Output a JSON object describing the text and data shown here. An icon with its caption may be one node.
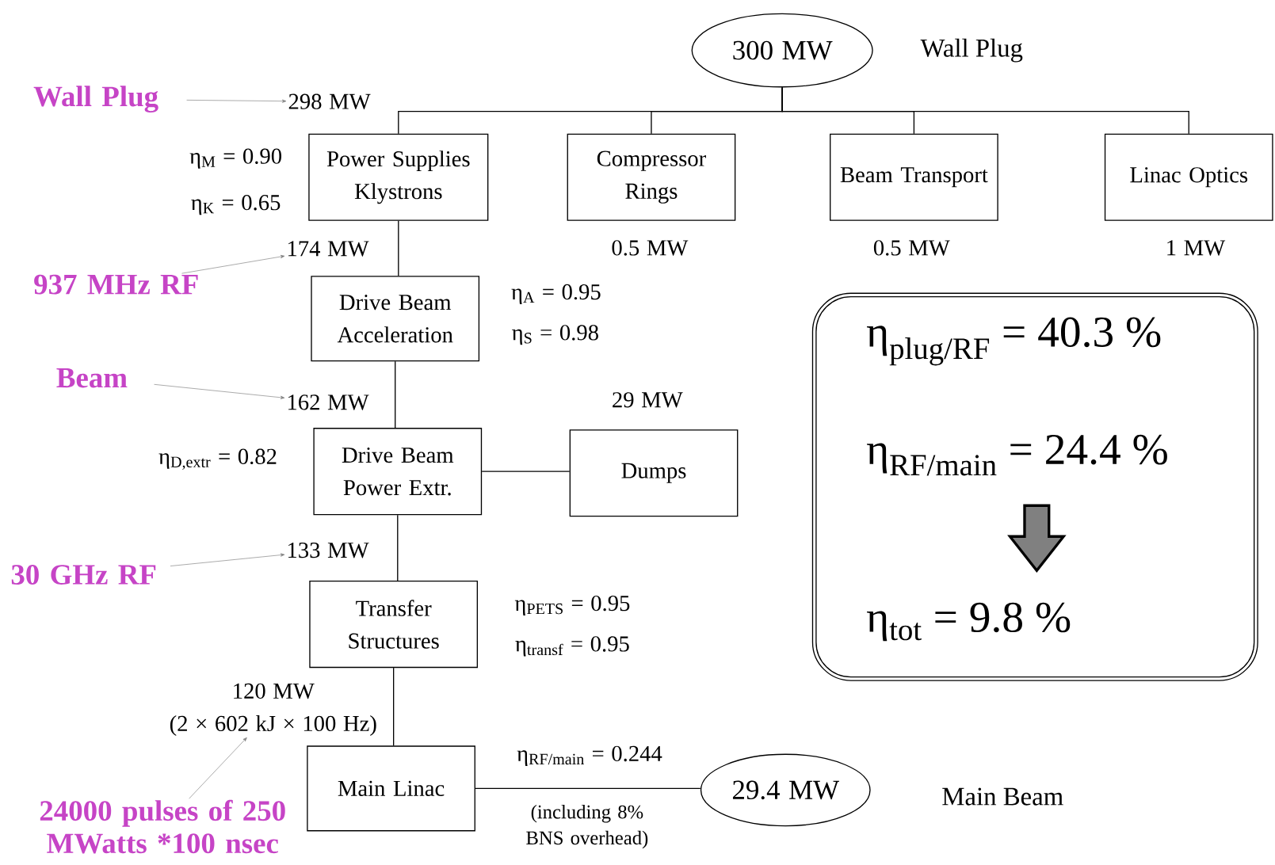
{
  "diagram": {
    "nodes": [
      {
        "text": [
          "300  MW"
        ],
        "beside": [
          "Wall Plug"
        ]
      },
      {
        "text": [
          "Power Supplies Klystrons"
        ]
      },
      {
        "text": [
          "Compressor Rings"
        ],
        "beside": [
          "0.5 MW"
        ]
      },
      {
        "text": [
          "Beam Transport"
        ],
        "beside": [
          "0.5 MW"
        ]
      },
      {
        "text": [
          "Linac Optics"
        ],
        "beside": [
          "1 MW"
        ]
      },
      {
        "text": [
          "Drive Beam Acceleration"
        ]
      },
      {
        "text": [
          "Drive Beam Power Extr."
        ]
      },
      {
        "text": [
          "Dumps"
        ],
        "beside": [
          "29 MW"
        ]
      },
      {
        "text": [
          "Transfer Structures"
        ]
      },
      {
        "text": [
          "Main Linac"
        ]
      },
      {
        "text": [
          "29.4 MW"
        ],
        "beside": [
          "Main Beam"
        ]
      },
      {
        "text": [
          "η$_{plug/RF}$ = 40.3 %",
          "η$_{RF/main}$ = 24.4 %",
          "η$_{tot}$ = 9.8 %"
        ]
      },
      {
        "text": [
          "Wall Plug"
        ]
      },
      {
        "text": [
          "298 MW"
        ]
      },
      {
        "text": [
          "937 MHz RF"
        ]
      },
      {
        "text": [
          "174 MW"
        ]
      },
      {
        "text": [
          "Beam"
        ]
      },
      {
        "text": [
          "162 MW"
        ]
      },
      {
        "text": [
          "30 GHz RF"
        ]
      },
      {
        "text": [
          "133 MW"
        ]
      },
      {
        "text": [
          "24000 pulses of 250 MWatts *100 nsec"
        ]
      },
      {
        "text": [
          "120 MW",
          "(2 × 602 kJ × 100 Hz)"
        ]
      }
    ],
    "edges": [
      {
        "from": 0,
        "to": 1,
        "arrow": "none"
      },
      {
        "from": 0,
        "to": 2,
        "arrow": "none"
      },
      {
        "from": 0,
        "to": 3,
        "arrow": "none"
      },
      {
        "from": 0,
        "to": 4,
        "arrow": "none"
      },
      {
        "from": 1,
        "to": 5,
        "arrow": "none"
      },
      {
        "from": 5,
        "to": 6,
        "arrow": "none"
      },
      {
        "from": 6,
        "to": 7,
        "arrow": "none"
      },
      {
        "from": 6,
        "to": 8,
        "arrow": "none"
      },
      {
        "from": 8,
        "to": 9,
        "arrow": "none"
      },
      {
        "from": 9,
        "to": 10,
        "arrow": "none"
      },
      {
        "from": 12,
        "to": 13,
        "arrow": "to",
        "color": "#808080"
      },
      {
        "from": 14,
        "to": 15,
        "arrow": "to",
        "color": "#808080"
      },
      {
        "from": 16,
        "to": 17,
        "arrow": "to",
        "color": "#808080"
      },
      {
        "from": 18,
        "to": 19,
        "arrow": "to",
        "color": "#808080"
      },
      {
        "from": 20,
        "to": 21,
        "arrow": "to",
        "color": "#808080"
      }
    ],
    "labels": [
      "η$_{M}$ = 0.90",
      "η$_{K}$ = 0.65",
      "η$_{A}$ = 0.95",
      "η$_{S}$ = 0.98",
      "η$_{D,extr}$ = 0.82",
      "η$_{PETS}$ = 0.95",
      "η$_{transf}$ = 0.95",
      "η$_{RF/main}$ = 0.244",
      "(including 8% BNS overhead)"
    ]
  }
}
